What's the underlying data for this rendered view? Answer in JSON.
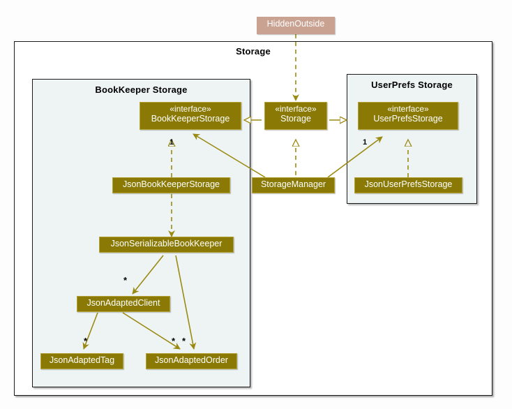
{
  "diagram": {
    "title": "Storage",
    "type": "uml-class-diagram",
    "colors": {
      "class_fill": "#8a7a05",
      "class_border": "#b5a33a",
      "class_text": "#ffffff",
      "external_fill": "#c9a291",
      "edge": "#9a8a12",
      "package_inner_fill": "#eef4f4",
      "package_outer_fill": "#ffffff",
      "package_border": "#1a1a1a",
      "canvas": "#fdfdfd",
      "label_text": "#000000"
    }
  },
  "packages": {
    "storage": {
      "label": "Storage"
    },
    "bookkeeper": {
      "label": "BookKeeper Storage"
    },
    "userprefs": {
      "label": "UserPrefs Storage"
    }
  },
  "nodes": {
    "hidden_outside": {
      "stereotype": "",
      "name": "HiddenOutside"
    },
    "bookkeeper_storage": {
      "stereotype": "«interface»",
      "name": "BookKeeperStorage"
    },
    "storage": {
      "stereotype": "«interface»",
      "name": "Storage"
    },
    "userprefs_storage": {
      "stereotype": "«interface»",
      "name": "UserPrefsStorage"
    },
    "json_bookkeeper_storage": {
      "stereotype": "",
      "name": "JsonBookKeeperStorage"
    },
    "storage_manager": {
      "stereotype": "",
      "name": "StorageManager"
    },
    "json_userprefs_storage": {
      "stereotype": "",
      "name": "JsonUserPrefsStorage"
    },
    "json_serializable_bookkeeper": {
      "stereotype": "",
      "name": "JsonSerializableBookKeeper"
    },
    "json_adapted_client": {
      "stereotype": "",
      "name": "JsonAdaptedClient"
    },
    "json_adapted_tag": {
      "stereotype": "",
      "name": "JsonAdaptedTag"
    },
    "json_adapted_order": {
      "stereotype": "",
      "name": "JsonAdaptedOrder"
    }
  },
  "edge_labels": {
    "one_bookkeeper": "1",
    "one_userprefs": "1",
    "star_client": "*",
    "star_tag": "*",
    "star_order_from_client": "*",
    "star_order_from_serializable": "*"
  }
}
